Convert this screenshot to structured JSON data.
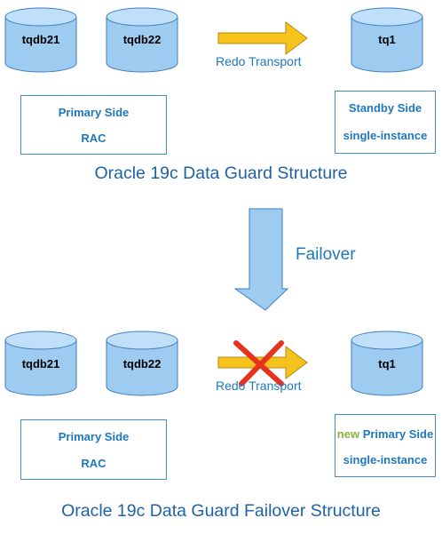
{
  "top": {
    "primary_nodes": [
      "tqdb21",
      "tqdb22"
    ],
    "standby_node": "tq1",
    "transport_label": "Redo Transport",
    "primary_box": {
      "line1": "Primary Side",
      "line2": "RAC"
    },
    "standby_box": {
      "line1": "Standby Side",
      "line2": "single-instance"
    },
    "caption": "Oracle 19c Data Guard Structure"
  },
  "transition": {
    "label": "Failover"
  },
  "bottom": {
    "primary_nodes": [
      "tqdb21",
      "tqdb22"
    ],
    "standby_node": "tq1",
    "transport_label": "Redo Transport",
    "primary_box": {
      "line1": "Primary Side",
      "line2": "RAC"
    },
    "standby_box": {
      "line1_prefix": "new",
      "line1": "Primary Side",
      "line2": "single-instance"
    },
    "caption": "Oracle 19c Data Guard Failover Structure"
  },
  "colors": {
    "cylinder_fill": "#9ecbf0",
    "cylinder_top": "#bfe0f8",
    "cylinder_stroke": "#3e7fbf",
    "arrow_yellow": "#f6c21c",
    "arrow_blue": "#9ecbf0",
    "cross_red": "#e8321d"
  }
}
